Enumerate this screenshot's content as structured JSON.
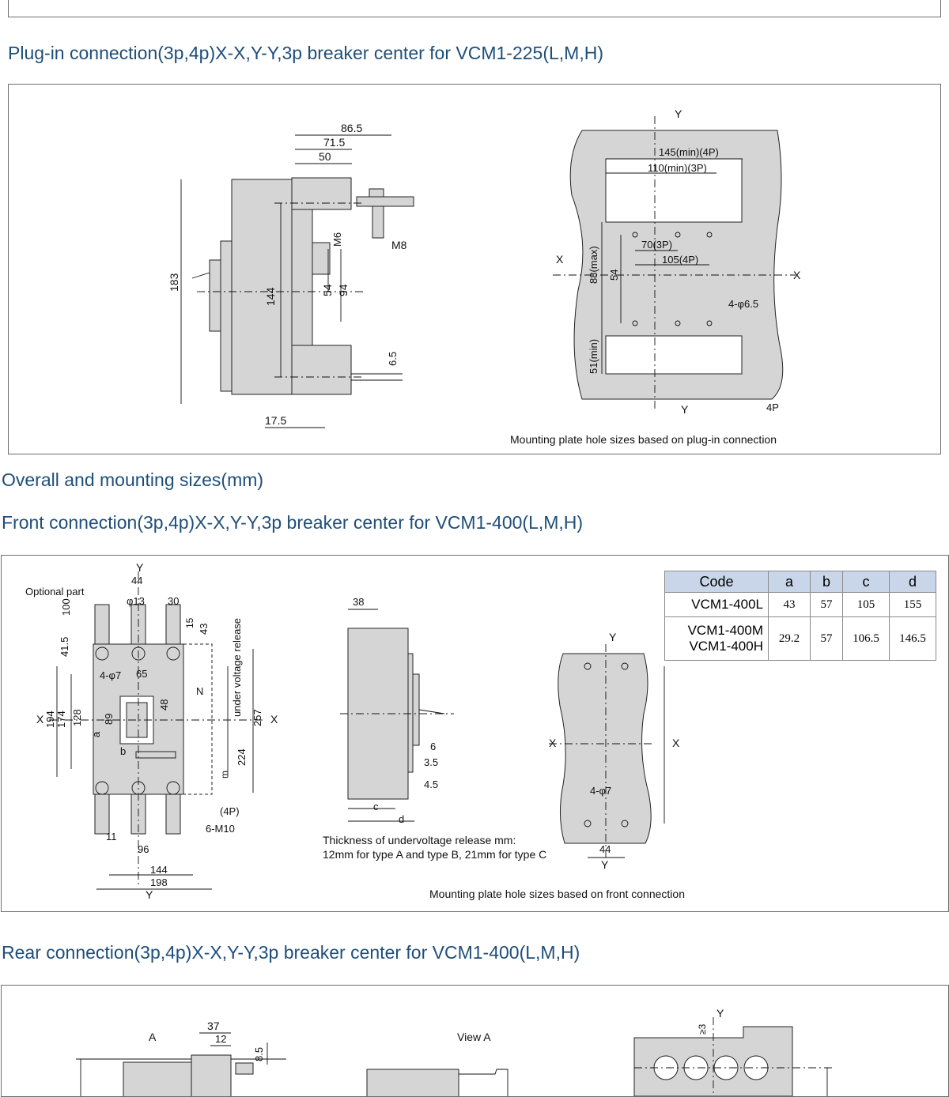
{
  "headings": {
    "plugin": "Plug-in connection(3p,4p)X-X,Y-Y,3p breaker center for VCM1-225(L,M,H)",
    "overall": "Overall and mounting sizes(mm)",
    "front": "Front connection(3p,4p)X-X,Y-Y,3p breaker center for VCM1-400(L,M,H)",
    "rear": "Rear connection(3p,4p)X-X,Y-Y,3p breaker center for VCM1-400(L,M,H)"
  },
  "plugin_drawing": {
    "dims_side": [
      "86.5",
      "71.5",
      "50",
      "M6",
      "M8",
      "183",
      "144",
      "54",
      "94",
      "6.5",
      "17.5"
    ],
    "dims_plate": [
      "Y",
      "145(min)(4P)",
      "110(min)(3P)",
      "70(3P)",
      "105(4P)",
      "88(max)",
      "54",
      "4-φ6.5",
      "51(min)",
      "X",
      "4P"
    ],
    "caption": "Mounting plate hole sizes based on plug-in connection"
  },
  "front_drawing": {
    "labels_front": [
      "Optional part",
      "Y",
      "44",
      "φ13",
      "30",
      "100",
      "15",
      "43",
      "41.5",
      "under voltage release",
      "4-φ7",
      "65",
      "N",
      "194",
      "174",
      "128",
      "89",
      "48",
      "257",
      "224",
      "a",
      "b",
      "m",
      "(4P)",
      "6-M10",
      "11",
      "96",
      "144",
      "198",
      "X"
    ],
    "labels_side": [
      "38",
      "6",
      "3.5",
      "4.5",
      "c",
      "d"
    ],
    "note_line1": "Thickness of undervoltage release mm:",
    "note_line2": "12mm for type A and type B, 21mm for type C",
    "labels_plate": [
      "Y",
      "X",
      "4-φ7",
      "44"
    ],
    "caption": "Mounting plate hole sizes based on front connection",
    "table": {
      "headers": [
        "Code",
        "a",
        "b",
        "c",
        "d"
      ],
      "rows": [
        {
          "code": [
            "VCM1-400L"
          ],
          "a": "43",
          "b": "57",
          "c": "105",
          "d": "155"
        },
        {
          "code": [
            "VCM1-400M",
            "VCM1-400H"
          ],
          "a": "29.2",
          "b": "57",
          "c": "106.5",
          "d": "146.5"
        }
      ]
    }
  },
  "rear_drawing": {
    "labels": [
      "A",
      "37",
      "12",
      "8.5",
      "View A",
      "≥3",
      "Y"
    ]
  }
}
